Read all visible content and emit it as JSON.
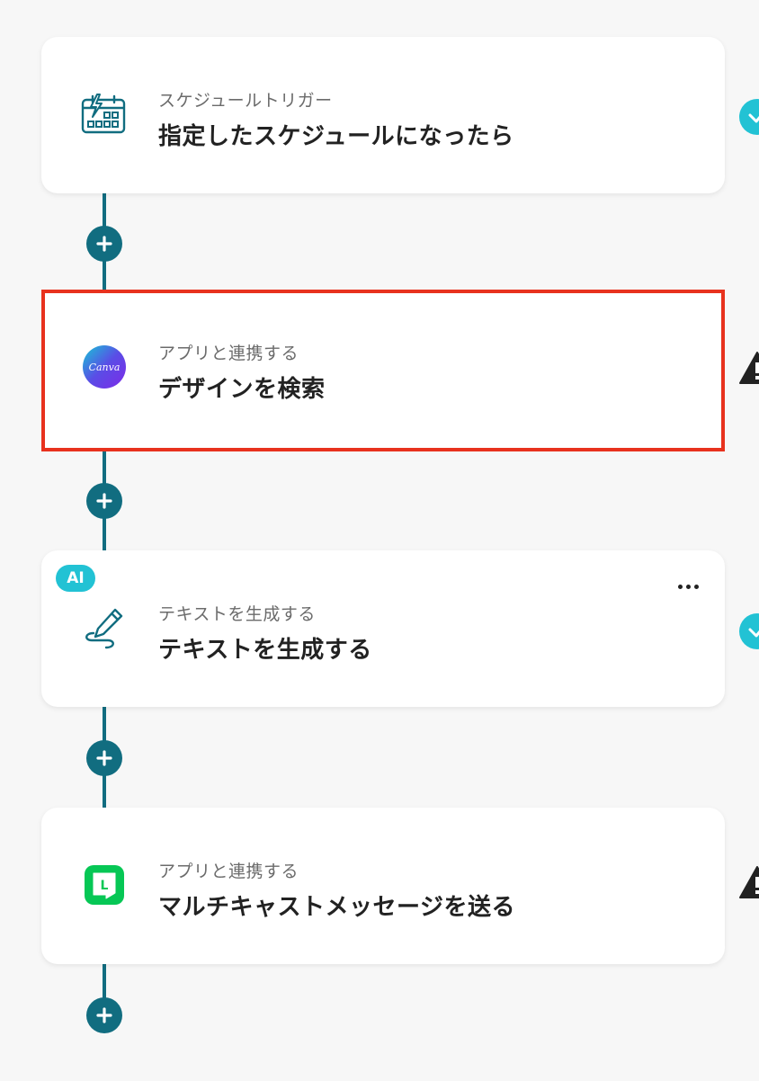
{
  "steps": [
    {
      "subtitle": "スケジュールトリガー",
      "title": "指定したスケジュールになったら",
      "icon": "schedule-trigger-icon",
      "status": "success"
    },
    {
      "subtitle": "アプリと連携する",
      "title": "デザインを検索",
      "icon": "canva-logo-icon",
      "logo_text": "Canva",
      "status": "warning",
      "selected": true
    },
    {
      "subtitle": "テキストを生成する",
      "title": "テキストを生成する",
      "icon": "pen-icon",
      "badge": "AI",
      "status": "success"
    },
    {
      "subtitle": "アプリと連携する",
      "title": "マルチキャストメッセージを送る",
      "icon": "line-logo-icon",
      "logo_text": "L",
      "status": "warning"
    }
  ],
  "colors": {
    "connector": "#116d80",
    "selected_border": "#e8321e",
    "success": "#22c2d4",
    "ai_badge": "#22c2d4",
    "line_green": "#06c755"
  }
}
